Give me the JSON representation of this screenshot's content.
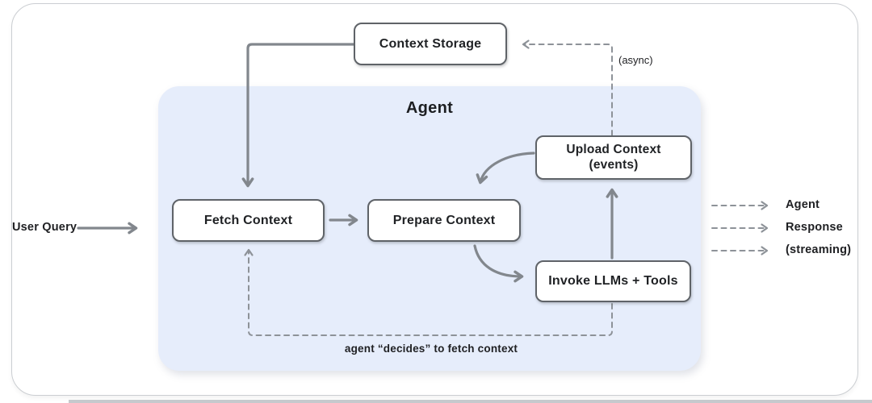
{
  "diagram": {
    "agent_container": {
      "title": "Agent"
    },
    "nodes": {
      "context_storage": {
        "label": "Context Storage"
      },
      "fetch_context": {
        "label": "Fetch Context"
      },
      "prepare_context": {
        "label": "Prepare Context"
      },
      "upload_context": {
        "label_line1": "Upload Context",
        "label_line2": "(events)"
      },
      "invoke_llms_tools": {
        "label": "Invoke LLMs + Tools"
      }
    },
    "labels": {
      "user_query": "User Query",
      "async": "(async)",
      "decides_note": "agent “decides” to fetch context",
      "outputs": [
        "Agent",
        "Response",
        "(streaming)"
      ]
    },
    "colors": {
      "agent_container_bg": "#e6edfb",
      "node_bg": "#ffffff",
      "node_border": "#5f6368",
      "solid_arrow": "#82878d",
      "dashed_arrow": "#8d9298",
      "text": "#202124",
      "outer_card_border": "#cbced2"
    }
  }
}
